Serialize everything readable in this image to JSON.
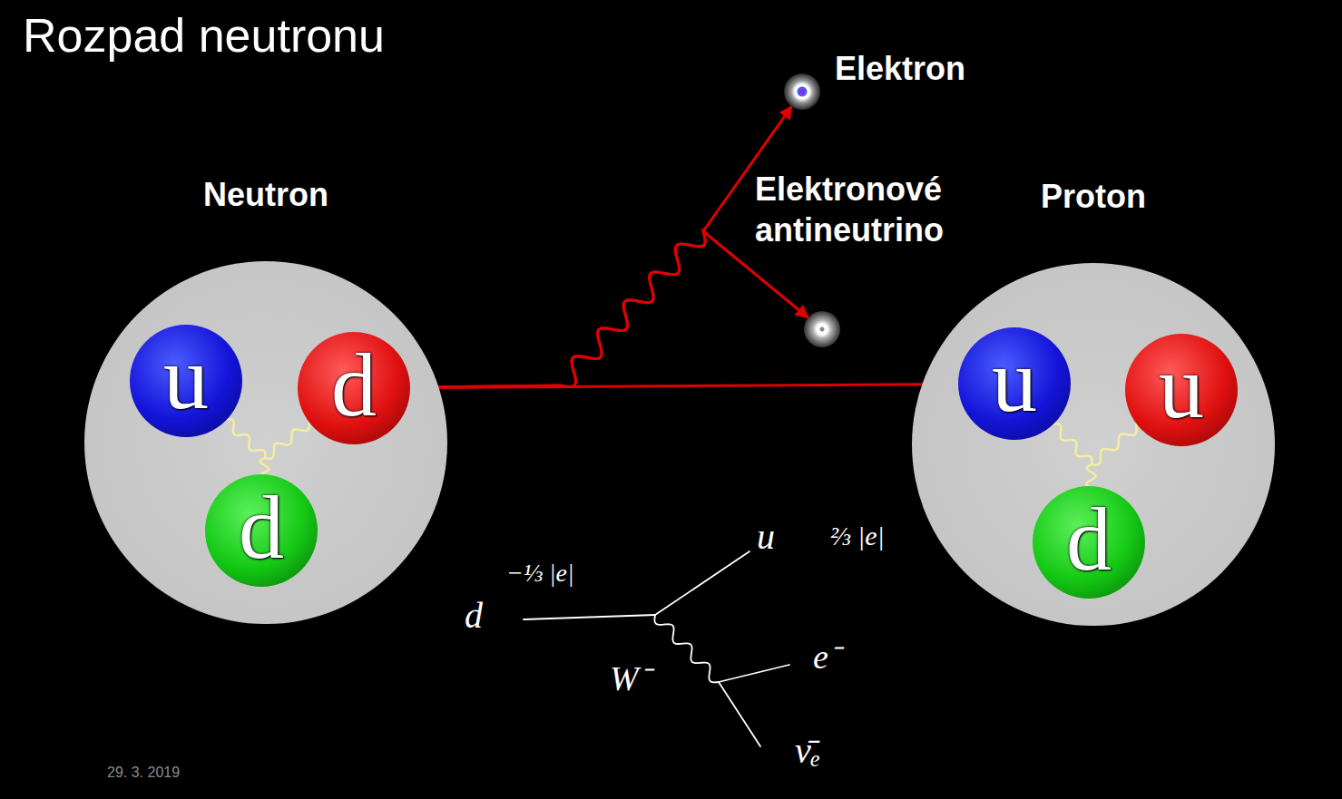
{
  "diagram": {
    "title": "Rozpad neutronu",
    "nodes": [
      {
        "text": [
          "Neutron"
        ]
      },
      {
        "text": [
          "u"
        ],
        "in": 0
      },
      {
        "text": [
          "d"
        ],
        "in": 0
      },
      {
        "text": [
          "d"
        ],
        "in": 0
      },
      {
        "text": [
          "Elektron"
        ]
      },
      {
        "text": [
          "Elektronové antineutrino"
        ]
      },
      {
        "text": [
          "Proton"
        ]
      },
      {
        "text": [
          "u"
        ],
        "in": 6
      },
      {
        "text": [
          "u"
        ],
        "in": 6
      },
      {
        "text": [
          "d"
        ],
        "in": 6
      }
    ],
    "edges": [
      {
        "from": 2,
        "to": 7,
        "arrow": "to"
      },
      {
        "from": 2,
        "to": 4,
        "arrow": "to"
      },
      {
        "from": 2,
        "to": 5,
        "arrow": "to"
      }
    ],
    "labels": [
      "d",
      "−⅓ |e|",
      "u",
      "⅔ |e|",
      "W⁻",
      "e⁻",
      "ν̄ₑ",
      "29. 3. 2019"
    ]
  }
}
